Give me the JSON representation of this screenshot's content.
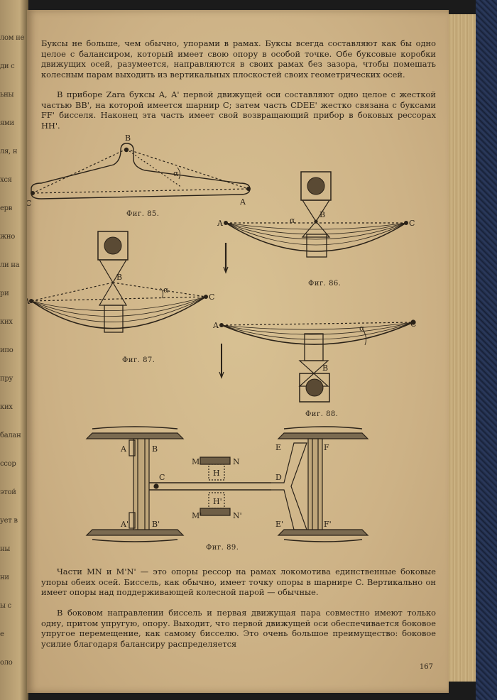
{
  "left_page": {
    "fragments": [
      "лом не",
      "ди с",
      "ьны",
      "ями",
      "ля, н",
      "хся",
      "ерв",
      "жно",
      "ли на",
      "ри",
      "ких",
      "ипо",
      "пру",
      "ких",
      "балан",
      "ссор",
      "этой",
      "ует в",
      "ны",
      "ни",
      "ы с",
      "е",
      "оло"
    ]
  },
  "paragraphs": {
    "p1": "Буксы не больше, чем обычно, упорами в рамах. Буксы всегда составляют как бы одно целое с балансиром, который имеет свою опору в особой точке. Обе буксовые коробки движущих осей, разумеется, направляются в своих рамах без зазора, чтобы помешать колесным парам выходить из вертикальных плоскостей своих геометрических осей.",
    "p2": "В приборе Zara буксы A, A' первой движущей оси составляют одно целое с жесткой частью BB', на которой имеется шарнир C; затем часть CDEE' жестко связана с буксами FF' бисселя. Наконец эта часть имеет свой возвращающий прибор в боковых рессорах HH'.",
    "p3": "Части MN и M'N' — это опоры рессор на рамах локомотива единственные боковые упоры обеих осей. Биссель, как обычно, имеет точку опоры в шарнире C. Вертикально он имеет опоры над поддерживающей колесной парой — обычные.",
    "p4": "В боковом направлении биссель и первая движущая пара совместно имеют только одну, притом упругую, опору. Выходит, что первой движущей оси обеспечивается боковое упругое перемещение, как самому бисселю. Это очень большое преимущество: боковое усилие благодаря балансиру распределяется"
  },
  "figures": {
    "fig85": {
      "caption": "Фиг. 85.",
      "labels": {
        "b": "B",
        "c": "C",
        "a": "A",
        "alpha": "α"
      }
    },
    "fig86": {
      "caption": "Фиг. 86.",
      "labels": {
        "a": "A",
        "c": "C",
        "b": "B",
        "alpha": "α"
      }
    },
    "fig87": {
      "caption": "Фиг. 87.",
      "labels": {
        "a": "A",
        "c": "C",
        "b": "B",
        "alpha": "α"
      }
    },
    "fig88": {
      "caption": "Фиг. 88.",
      "labels": {
        "a": "A",
        "c": "C",
        "b": "B",
        "alpha": "α"
      }
    },
    "fig89": {
      "caption": "Фиг. 89.",
      "labels": {
        "a": "A",
        "b": "B",
        "a2": "A'",
        "b2": "B'",
        "c": "C",
        "d": "D",
        "e": "E",
        "f": "F",
        "e2": "E'",
        "f2": "F'",
        "m": "M",
        "n": "N",
        "m2": "M'",
        "n2": "N'",
        "h": "H",
        "h2": "H'"
      }
    }
  },
  "page_number": "167"
}
